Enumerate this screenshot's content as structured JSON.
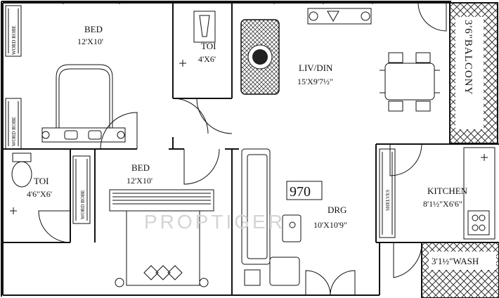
{
  "area_label": "970",
  "watermark": "PROPTIGER",
  "rooms": {
    "bed_top": {
      "name": "BED",
      "size": "12'X10'"
    },
    "toi_top": {
      "name": "TOI",
      "size": "4'X6'"
    },
    "liv_din": {
      "name": "LIV/DIN",
      "size": "15'X9'7½\""
    },
    "balcony": {
      "name": "3'6\"BALCONY"
    },
    "toi_left": {
      "name": "TOI",
      "size": "4'6\"X6'"
    },
    "bed_bottom": {
      "name": "BED",
      "size": "12'X10'"
    },
    "drg": {
      "name": "DRG",
      "size": "10'X10'9\""
    },
    "kitchen": {
      "name": "KITCHEN",
      "size": "8'1½\"X6'6\""
    },
    "wash": {
      "name": "3'1½\"WASH"
    }
  },
  "storage": {
    "wardrobe_1": "WORD ROBE",
    "wardrobe_2": "WORD ROBE",
    "wardrobe_3": "WORD ROBE",
    "shelves": "SHELVES"
  }
}
